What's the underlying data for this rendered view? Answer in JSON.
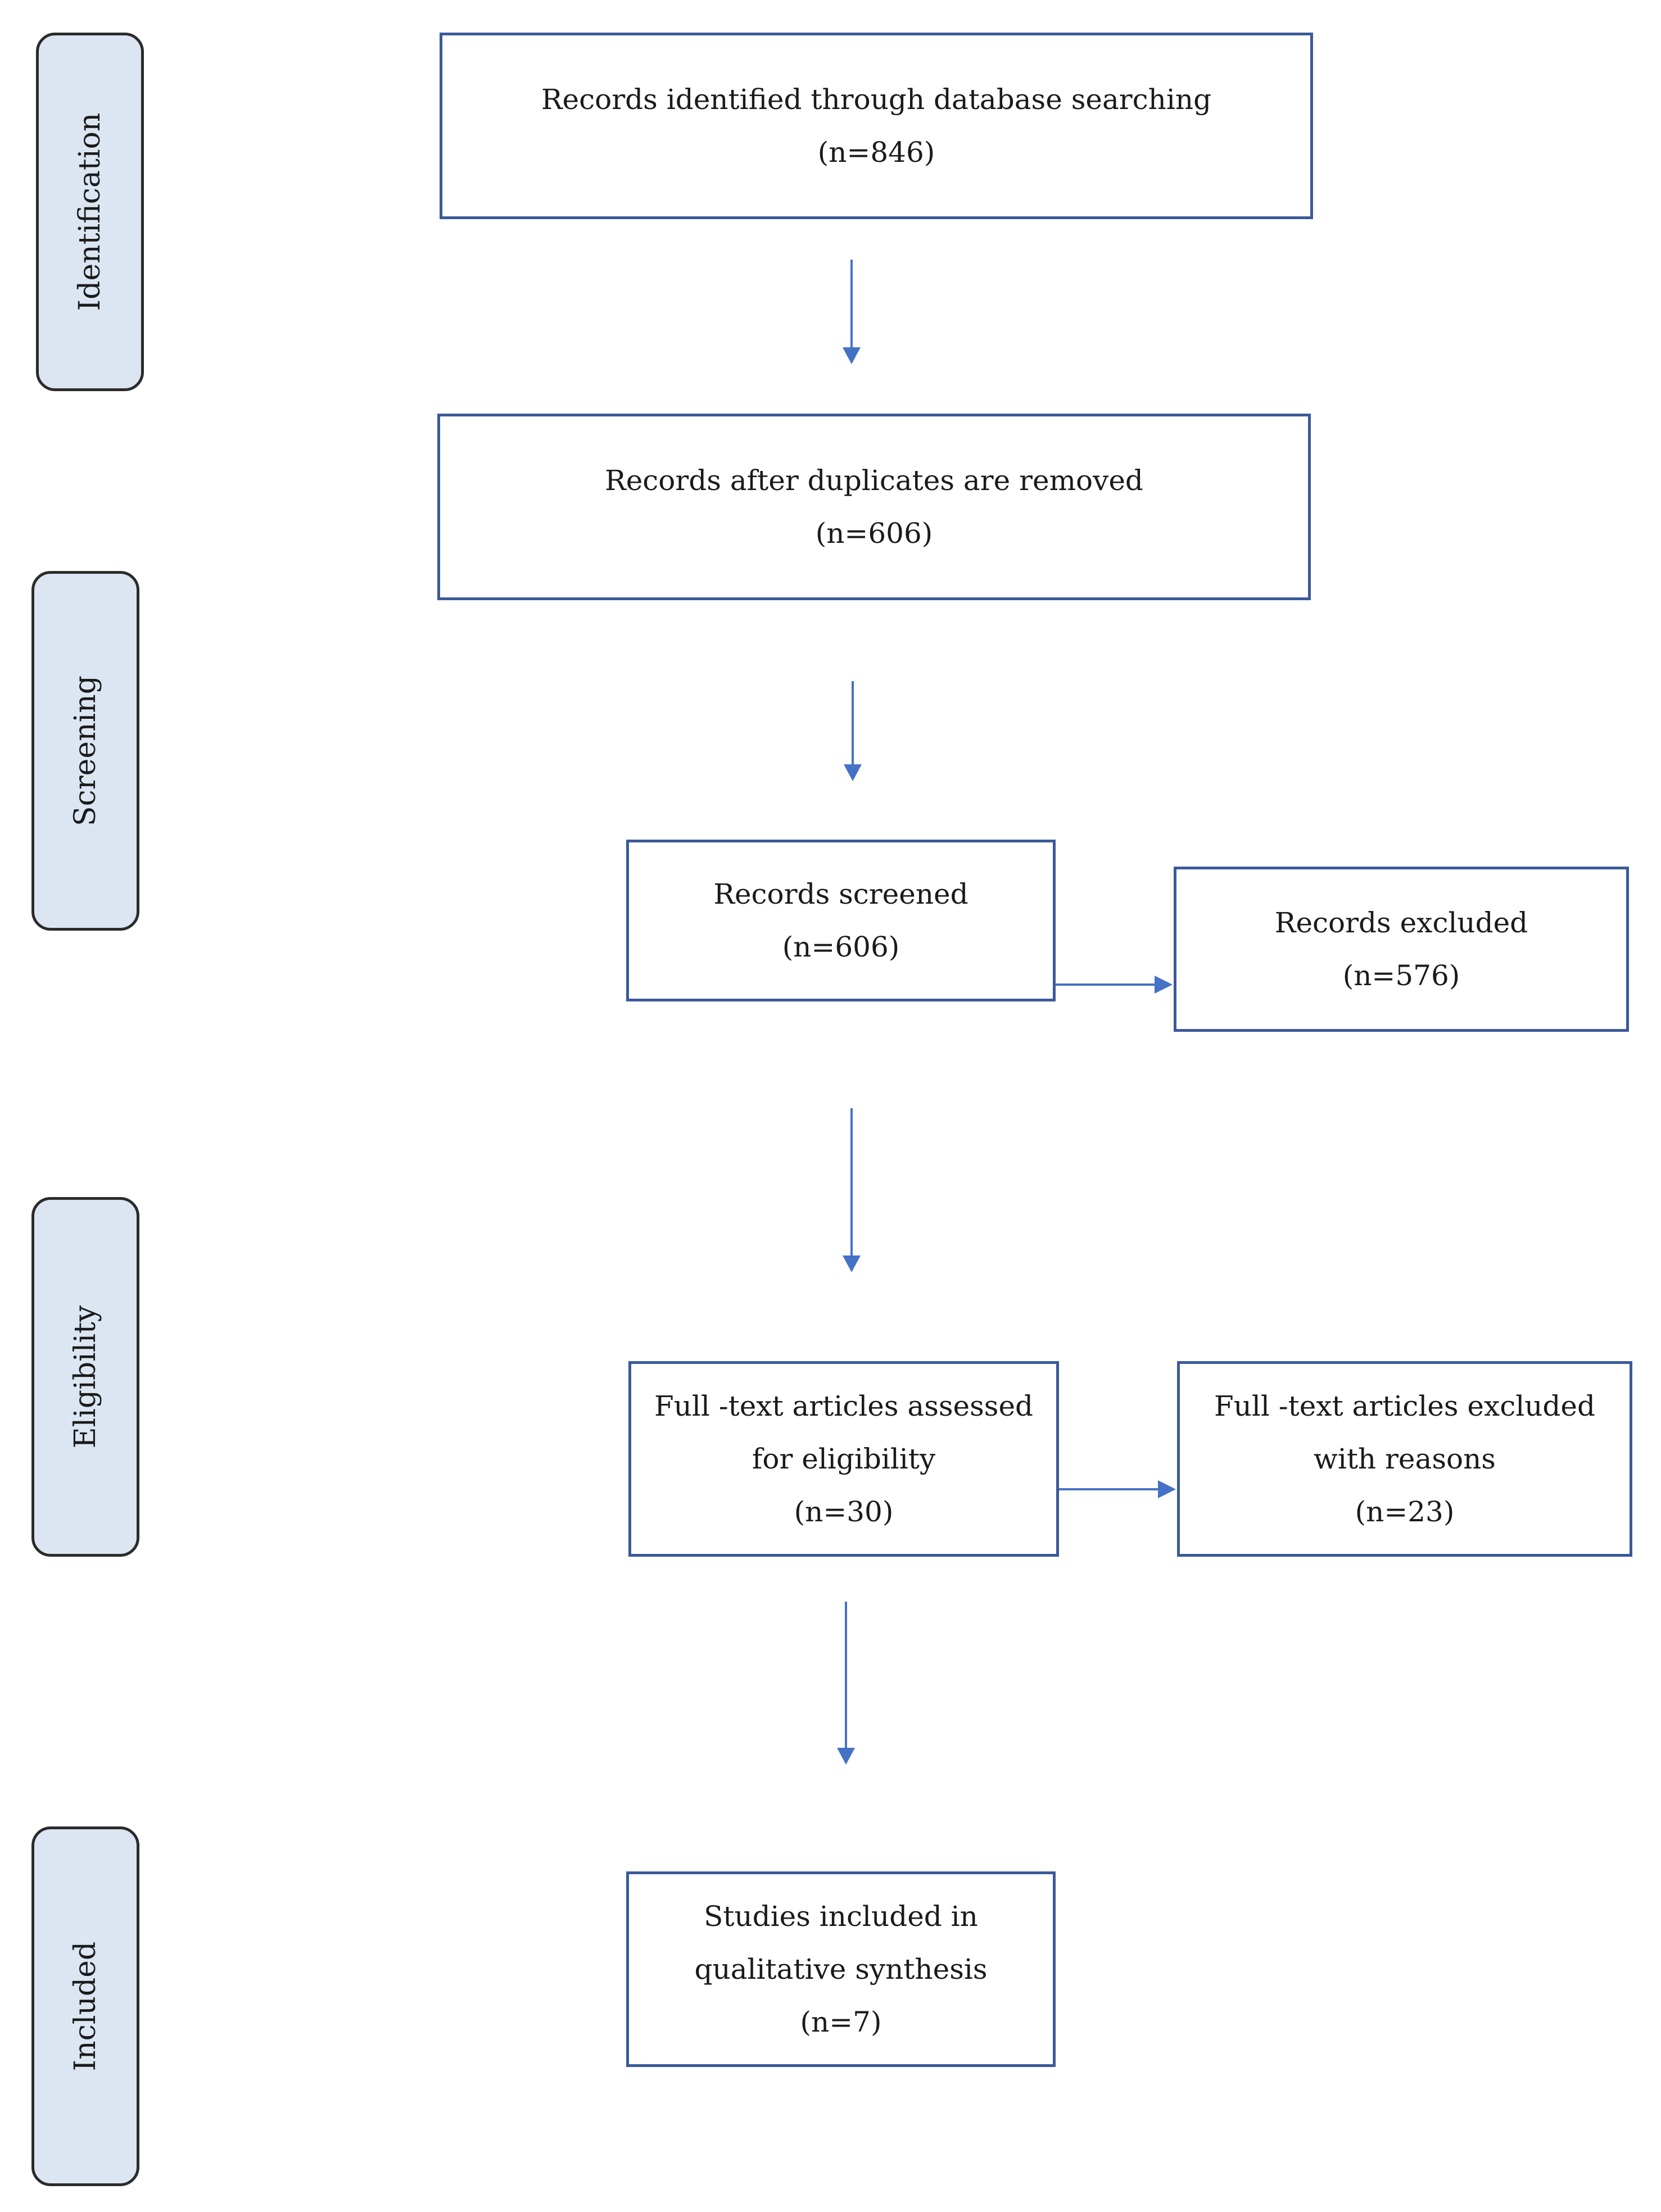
{
  "phases": {
    "identification": "Identification",
    "screening": "Screening",
    "eligibility": "Eligibility",
    "included": "Included"
  },
  "boxes": {
    "identified": {
      "line1": "Records identified through database searching",
      "count": "(n=846)"
    },
    "deduplicated": {
      "line1": "Records after duplicates are removed",
      "count": "(n=606)"
    },
    "screened": {
      "line1": "Records screened",
      "count": "(n=606)"
    },
    "excluded": {
      "line1": "Records excluded",
      "count": "(n=576)"
    },
    "fulltext_assessed": {
      "line1": "Full -text articles assessed",
      "line2": "for eligibility",
      "count": "(n=30)"
    },
    "fulltext_excluded": {
      "line1": "Full -text articles excluded",
      "line2": "with reasons",
      "count": "(n=23)"
    },
    "included": {
      "line1": "Studies included in",
      "line2": "qualitative synthesis",
      "count": "(n=7)"
    }
  },
  "colors": {
    "phase_fill": "#dce6f2",
    "phase_border": "#2b2b2b",
    "box_border": "#3a5a9a",
    "arrow": "#4472c4"
  }
}
